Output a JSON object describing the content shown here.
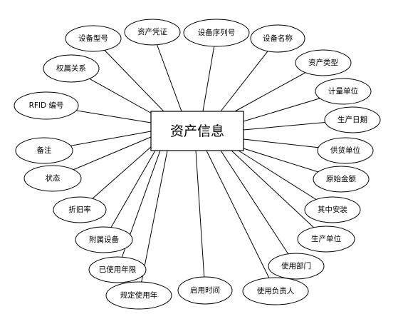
{
  "center": {
    "label": "资产信息"
  },
  "attributes": [
    {
      "id": "equipment-model",
      "label": "设备型号"
    },
    {
      "id": "asset-voucher",
      "label": "资产凭证"
    },
    {
      "id": "equipment-serial",
      "label": "设备序列号"
    },
    {
      "id": "equipment-name",
      "label": "设备名称"
    },
    {
      "id": "asset-type",
      "label": "资产类型"
    },
    {
      "id": "unit-of-measure",
      "label": "计量单位"
    },
    {
      "id": "production-date",
      "label": "生产日期"
    },
    {
      "id": "supplier",
      "label": "供货单位"
    },
    {
      "id": "original-amount",
      "label": "原始金额"
    },
    {
      "id": "installation",
      "label": "其中安装"
    },
    {
      "id": "manufacturer",
      "label": "生产单位"
    },
    {
      "id": "using-department",
      "label": "使用部门"
    },
    {
      "id": "person-in-charge",
      "label": "使用负责人"
    },
    {
      "id": "start-time",
      "label": "启用时间"
    },
    {
      "id": "service-life",
      "label": "规定使用年"
    },
    {
      "id": "years-used",
      "label": "已使用年限"
    },
    {
      "id": "attached-equipment",
      "label": "附属设备"
    },
    {
      "id": "depreciation-rate",
      "label": "折旧率"
    },
    {
      "id": "status",
      "label": "状态"
    },
    {
      "id": "remarks",
      "label": "备注"
    },
    {
      "id": "rfid-number",
      "label": "RFID 编号"
    },
    {
      "id": "ownership",
      "label": "权属关系"
    }
  ]
}
